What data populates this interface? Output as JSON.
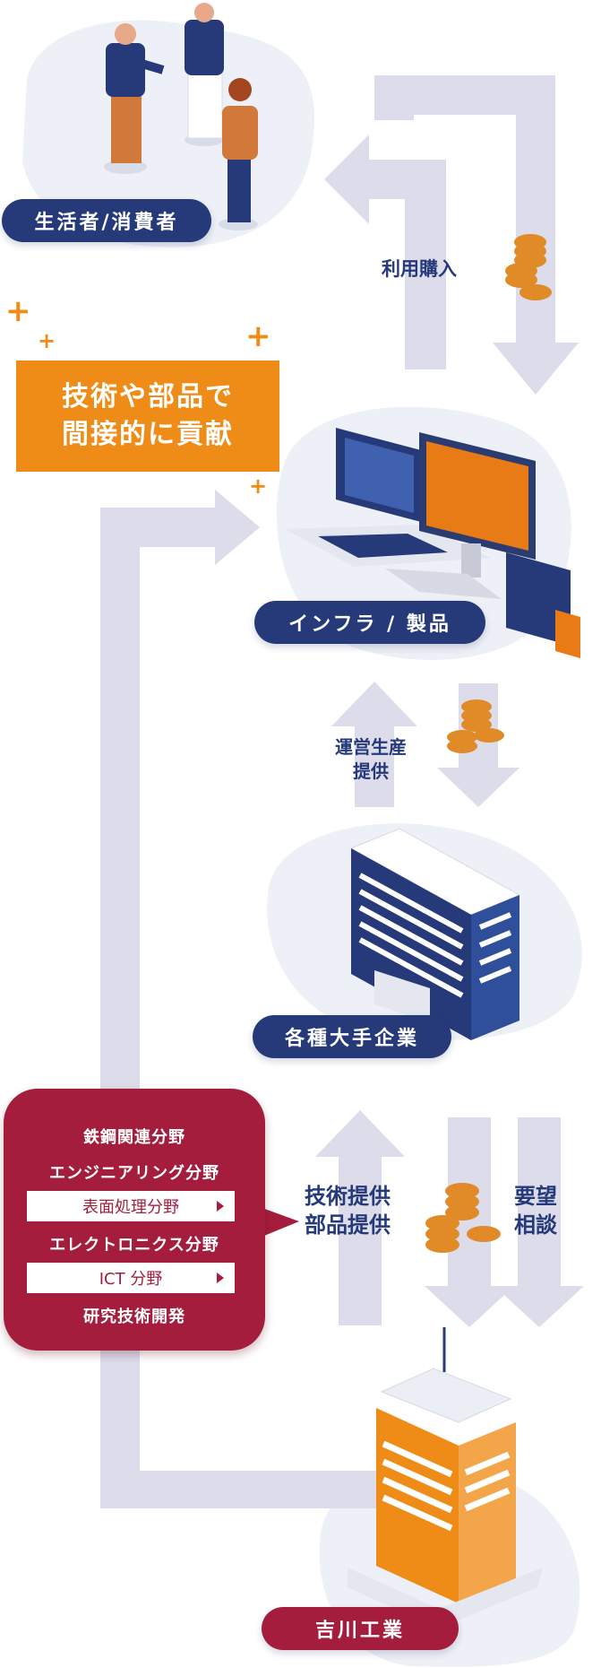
{
  "nodes": {
    "consumers": "生活者/消費者",
    "infrastructure": "インフラ / 製品",
    "enterprises": "各種大手企業",
    "yoshikawa": "吉川工業"
  },
  "flows": {
    "purchase": "利用購入",
    "operation_line1": "運営生産",
    "operation_line2": "提供",
    "tech_line1": "技術提供",
    "tech_line2": "部品提供",
    "request_line1": "要望",
    "request_line2": "相談"
  },
  "contribution": {
    "line1": "技術や部品で",
    "line2": "間接的に貢献"
  },
  "fields": {
    "steel": "鉄鋼関連分野",
    "engineering": "エンジニアリング分野",
    "surface_treatment": "表面処理分野",
    "electronics": "エレクトロニクス分野",
    "ict": "ICT 分野",
    "research": "研究技術開発"
  },
  "colors": {
    "navy": "#263a7a",
    "orange": "#ee8c17",
    "maroon": "#a51d3d",
    "arrow": "#dcdcea",
    "blob": "#eef0f7"
  }
}
